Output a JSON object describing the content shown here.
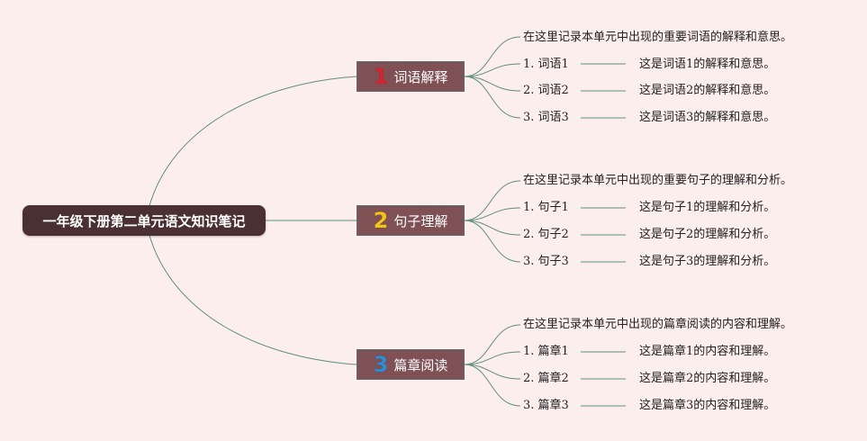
{
  "root": {
    "title": "一年级下册第二单元语文知识笔记"
  },
  "branches": [
    {
      "number": "1",
      "number_color": "#d9232e",
      "title": "词语解释",
      "intro": "在这里记录本单元中出现的重要词语的解释和意思。",
      "items": [
        {
          "label": "1. 词语1",
          "detail": "这是词语1的解释和意思。"
        },
        {
          "label": "2. 词语2",
          "detail": "这是词语2的解释和意思。"
        },
        {
          "label": "3. 词语3",
          "detail": "这是词语3的解释和意思。"
        }
      ]
    },
    {
      "number": "2",
      "number_color": "#f5c518",
      "title": "句子理解",
      "intro": "在这里记录本单元中出现的重要句子的理解和分析。",
      "items": [
        {
          "label": "1. 句子1",
          "detail": "这是句子1的理解和分析。"
        },
        {
          "label": "2. 句子2",
          "detail": "这是句子2的理解和分析。"
        },
        {
          "label": "3. 句子3",
          "detail": "这是句子3的理解和分析。"
        }
      ]
    },
    {
      "number": "3",
      "number_color": "#2a8fd6",
      "title": "篇章阅读",
      "intro": "在这里记录本单元中出现的篇章阅读的内容和理解。",
      "items": [
        {
          "label": "1. 篇章1",
          "detail": "这是篇章1的内容和理解。"
        },
        {
          "label": "2. 篇章2",
          "detail": "这是篇章2的内容和理解。"
        },
        {
          "label": "3. 篇章3",
          "detail": "这是篇章3的内容和理解。"
        }
      ]
    }
  ],
  "colors": {
    "background": "#fdeeee",
    "root": "#4a3033",
    "topic": "#7f5054",
    "line": "#5d8f7e"
  }
}
